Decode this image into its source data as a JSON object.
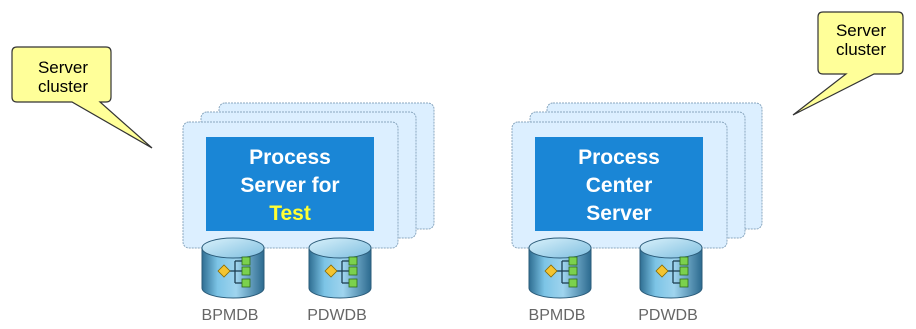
{
  "callouts": {
    "left": {
      "line1": "Server",
      "line2": "cluster"
    },
    "right": {
      "line1": "Server",
      "line2": "cluster"
    }
  },
  "servers": {
    "left": {
      "line1": "Process",
      "line2": "Server for",
      "line3": "Test"
    },
    "right": {
      "line1": "Process",
      "line2": "Center",
      "line3": "Server"
    }
  },
  "databases": {
    "left": [
      "BPMDB",
      "PDWDB"
    ],
    "right": [
      "BPMDB",
      "PDWDB"
    ]
  },
  "colors": {
    "callout_fill": "#ffff99",
    "server_panel": "#dcefff",
    "server_box": "#1a86d6",
    "highlight_text": "#ffff33",
    "db_label": "#666666"
  }
}
